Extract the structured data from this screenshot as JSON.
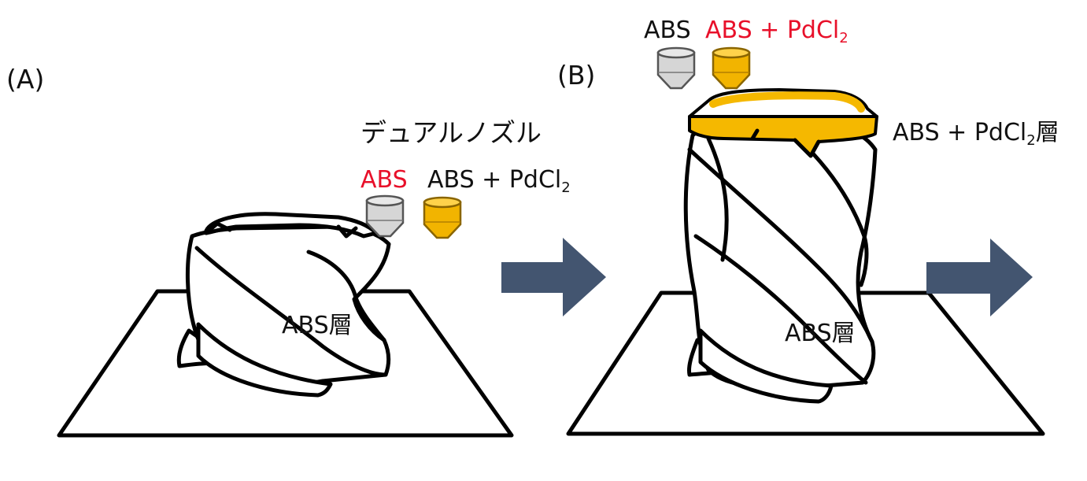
{
  "panel_a": {
    "label": "(A)",
    "nozzle_title": "デュアルノズル",
    "nozzle_left_label": "ABS",
    "nozzle_right_label_main": "ABS + PdCl",
    "nozzle_right_label_sub": "2",
    "layer_label": "ABS層"
  },
  "panel_b": {
    "label": "(B)",
    "nozzle_left_label": "ABS",
    "nozzle_right_label_main": "ABS + PdCl",
    "nozzle_right_label_sub": "2",
    "top_layer_label_main": "ABS + PdCl",
    "top_layer_label_sub": "2",
    "top_layer_label_suffix": "層",
    "layer_label": "ABS層"
  },
  "colors": {
    "abs_nozzle": "#d6d6d6",
    "pdcl2_nozzle": "#f2b400",
    "highlight_text": "#e8102a",
    "arrow": "#435570",
    "pdcl2_layer": "#f5b800"
  }
}
